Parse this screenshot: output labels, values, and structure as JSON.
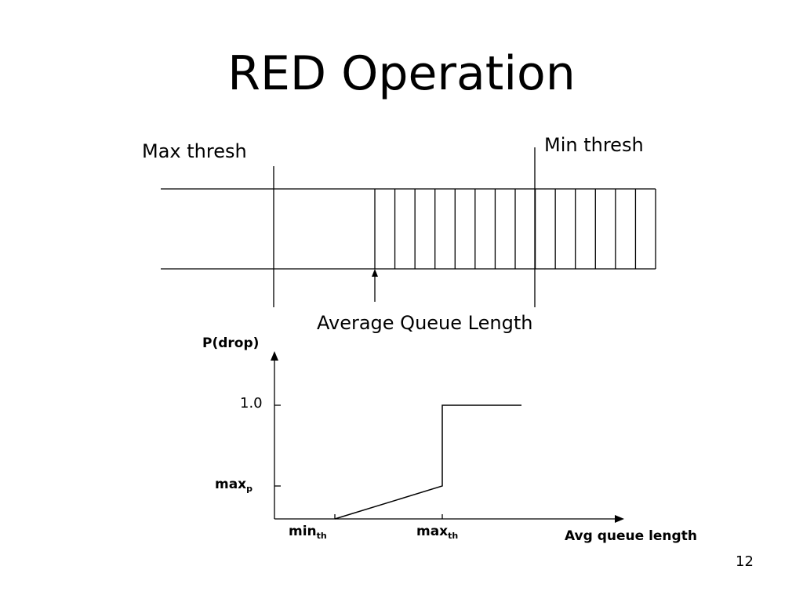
{
  "slide": {
    "title": "RED Operation",
    "page_number": "12"
  },
  "queue": {
    "max_thresh_label": "Max thresh",
    "min_thresh_label": "Min thresh",
    "avg_queue_label": "Average Queue Length",
    "filled_slots": 14
  },
  "graph": {
    "y_axis_label": "P(drop)",
    "y_tick_one": "1.0",
    "y_tick_maxp_base": "max",
    "y_tick_maxp_sub": "p",
    "x_tick_min_base": "min",
    "x_tick_min_sub": "th",
    "x_tick_max_base": "max",
    "x_tick_max_sub": "th",
    "x_axis_label": "Avg queue length"
  }
}
